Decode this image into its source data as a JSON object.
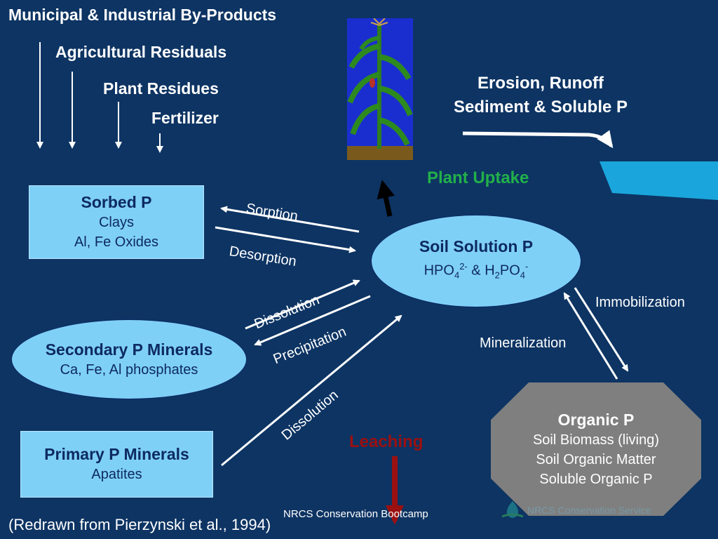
{
  "sources": {
    "municipal": "Municipal & Industrial By-Products",
    "agricultural": "Agricultural Residuals",
    "plant_residues": "Plant Residues",
    "fertilizer": "Fertilizer"
  },
  "erosion": {
    "line1": "Erosion, Runoff",
    "line2": "Sediment & Soluble P"
  },
  "plant_uptake": "Plant Uptake",
  "sorbed": {
    "title": "Sorbed P",
    "line1": "Clays",
    "line2": "Al, Fe Oxides"
  },
  "soil_solution": {
    "title": "Soil Solution P",
    "formula": "HPO42- & H2PO4-"
  },
  "secondary": {
    "title": "Secondary P Minerals",
    "line1": "Ca, Fe, Al phosphates"
  },
  "primary": {
    "title": "Primary P Minerals",
    "line1": "Apatites"
  },
  "organic": {
    "title": "Organic P",
    "line1": "Soil Biomass (living)",
    "line2": "Soil Organic Matter",
    "line3": "Soluble Organic P"
  },
  "processes": {
    "sorption": "Sorption",
    "desorption": "Desorption",
    "dissolution1": "Dissolution",
    "precipitation": "Precipitation",
    "dissolution2": "Dissolution",
    "immobilization": "Immobilization",
    "mineralization": "Mineralization",
    "leaching": "Leaching"
  },
  "footer": {
    "citation": "(Redrawn from Pierzynski et al., 1994)",
    "bootcamp": "NRCS Conservation Bootcamp",
    "logo_text": "NRCS Conservation Service"
  },
  "colors": {
    "background": "#0d3463",
    "box_fill": "#7fd0f7",
    "box_text": "#0d2a63",
    "plant_uptake": "#22b04a",
    "leaching": "#9b1010",
    "organic_fill": "#7f7f7f",
    "water": "#1aa6dc"
  },
  "icons": [
    "corn-plant-image",
    "nrcs-logo-icon"
  ]
}
